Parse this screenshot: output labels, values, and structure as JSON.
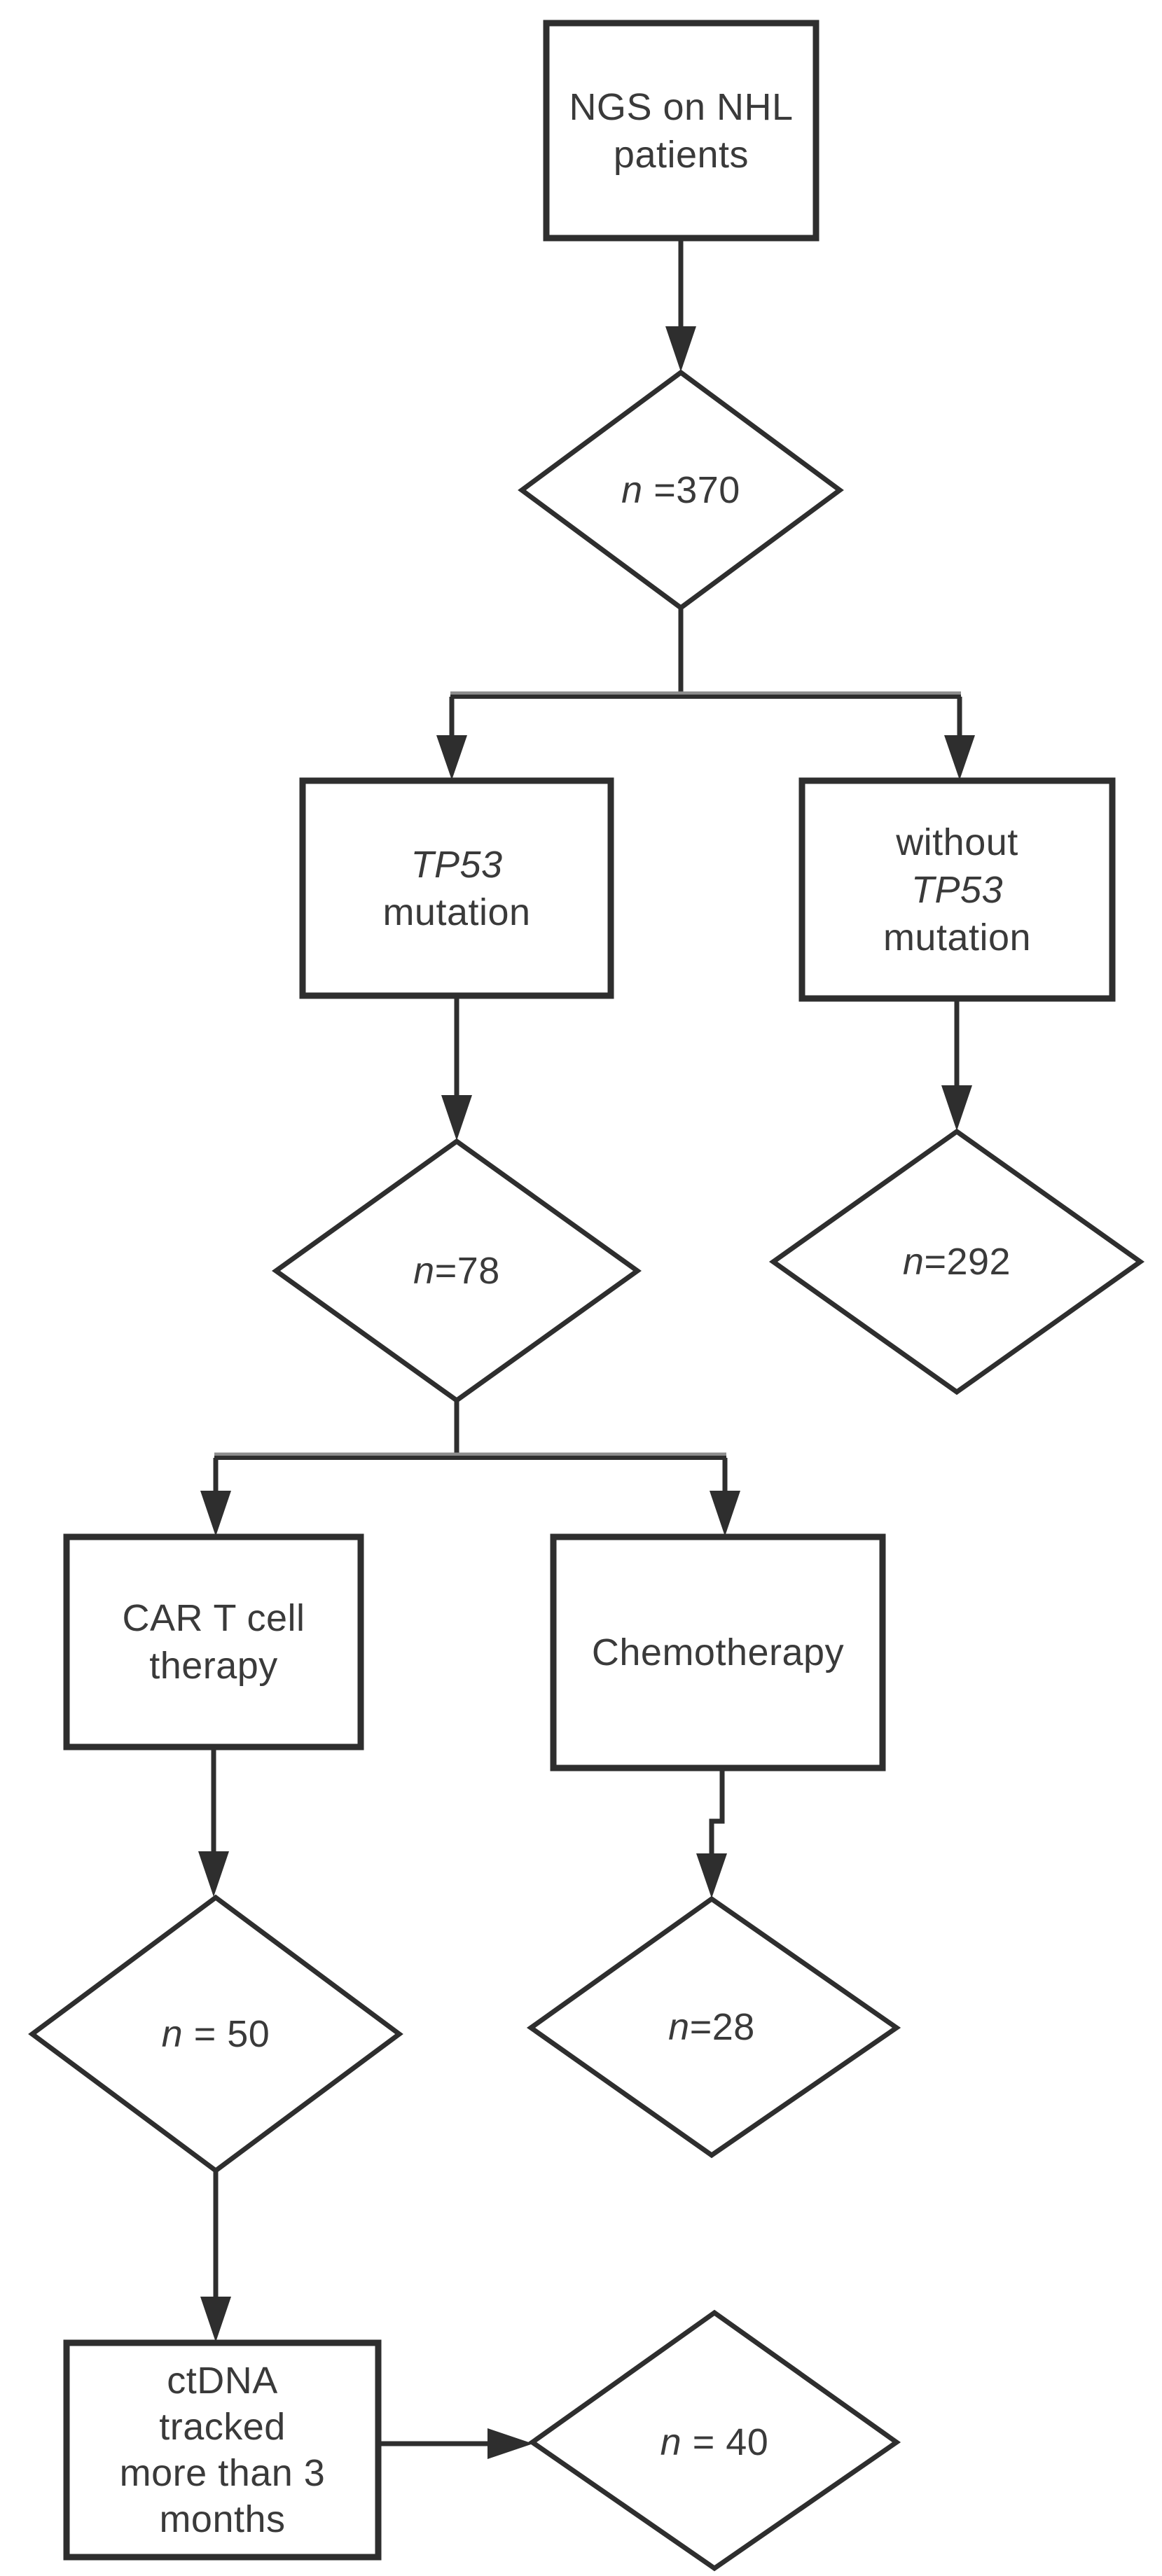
{
  "flowchart": {
    "title": "NHL TP53 patient flow diagram",
    "colors": {
      "stroke": "#2e2e2e",
      "splitter_gray": "#8c8c8c",
      "text": "#3a3a3a",
      "background": "#ffffff"
    },
    "nodes": {
      "ngs": {
        "line1": "NGS on NHL",
        "line2": "patients"
      },
      "n370": {
        "var": "n",
        "rest": " =370"
      },
      "tp53": {
        "line1": "TP53",
        "line2": "mutation"
      },
      "no_tp53": {
        "line1": "without",
        "line2": "TP53",
        "line3": "mutation"
      },
      "n78": {
        "var": "n",
        "rest": "=78"
      },
      "n292": {
        "var": "n",
        "rest": "=292"
      },
      "cart": {
        "line1": "CAR T cell",
        "line2": "therapy"
      },
      "chemo": {
        "line1": "Chemotherapy"
      },
      "n50": {
        "var": "n",
        "rest": " = 50"
      },
      "n28": {
        "var": "n",
        "rest": "=28"
      },
      "ctdna": {
        "line1": "ctDNA",
        "line2": "tracked",
        "line3": "more than 3",
        "line4": "months"
      },
      "n40": {
        "var": "n",
        "rest": " = 40"
      }
    }
  }
}
